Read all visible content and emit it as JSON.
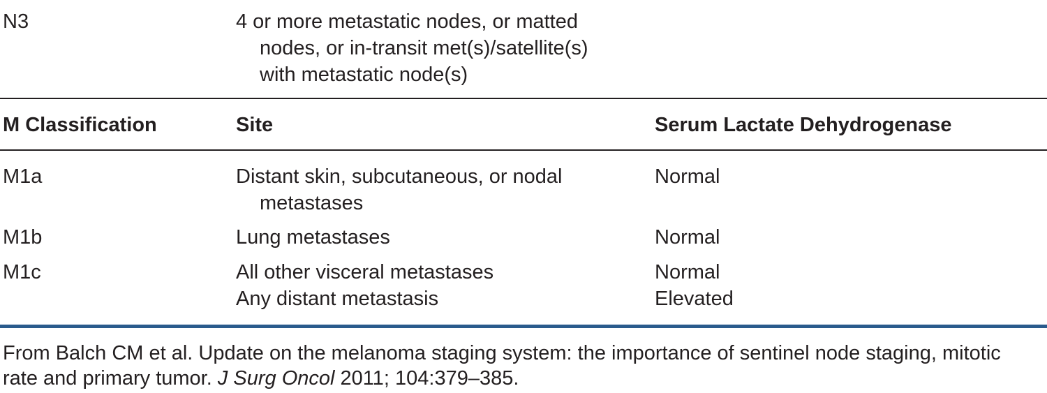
{
  "n3_row": {
    "code": "N3",
    "desc_lines": [
      "4 or more metastatic nodes, or matted",
      "nodes, or in-transit met(s)/satellite(s)",
      "with metastatic node(s)"
    ]
  },
  "m_table": {
    "headers": {
      "classification": "M Classification",
      "site": "Site",
      "ldh": "Serum Lactate Dehydrogenase"
    },
    "rows": [
      {
        "code": "M1a",
        "site_lines": [
          "Distant skin, subcutaneous, or nodal",
          "metastases"
        ],
        "ldh": "Normal"
      },
      {
        "code": "M1b",
        "site_lines": [
          "Lung metastases"
        ],
        "ldh": "Normal"
      },
      {
        "code": "M1c",
        "site_lines": [
          "All other visceral metastases"
        ],
        "ldh": "Normal"
      },
      {
        "code": "",
        "site_lines": [
          "Any distant metastasis"
        ],
        "ldh": "Elevated"
      }
    ]
  },
  "footnote": {
    "line1": "From Balch CM et al. Update on the melanoma staging system: the importance of sentinel node staging, mitotic",
    "line2_pre": "rate and primary tumor. ",
    "journal": "J Surg Oncol",
    "line2_post": " 2011; 104:379–385."
  },
  "colors": {
    "text": "#231f20",
    "bottom_rule": "#2a5b8c"
  }
}
